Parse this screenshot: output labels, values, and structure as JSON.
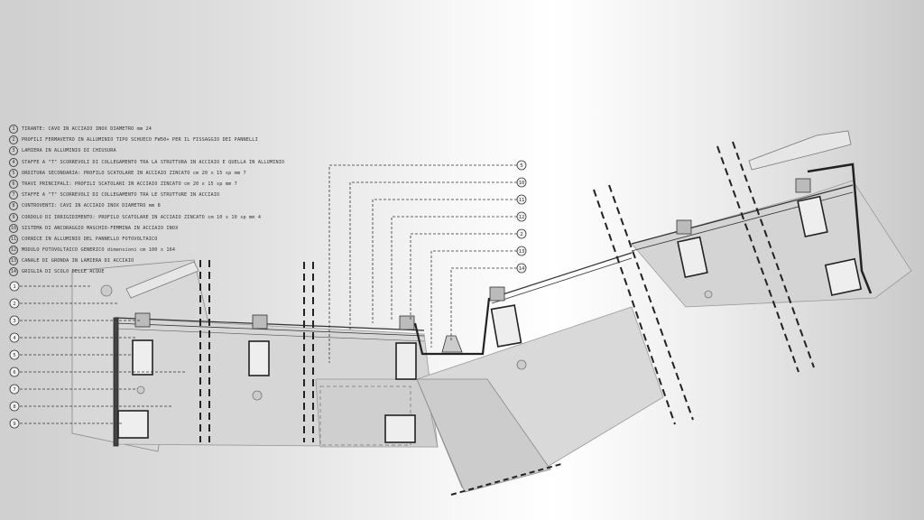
{
  "legend": [
    {
      "num": "1",
      "text": "TIRANTE: CAVO IN ACCIAIO INOX DIAMETRO mm 24"
    },
    {
      "num": "2",
      "text": "PROFILI FERMAVETRO IN ALLUMINIO TIPO SCHUECO FW50+ PER IL FISSAGGIO DEI PANNELLI"
    },
    {
      "num": "3",
      "text": "LAMIERA IN ALLUMINIO DI CHIUSURA"
    },
    {
      "num": "4",
      "text": "STAFFE A \"T\" SCORREVOLI DI COLLEGAMENTO TRA LA STRUTTURA IN ACCIAIO E QUELLA IN ALLUMINIO"
    },
    {
      "num": "5",
      "text": "ORDITURA SECONDARIA: PROFILO SCATOLARE IN ACCIAIO ZINCATO cm 20 x 15 sp mm 7"
    },
    {
      "num": "6",
      "text": "TRAVI PRINCIPALI: PROFILI SCATOLARI IN ACCIAIO ZINCATO cm 20 x 15 sp mm 7"
    },
    {
      "num": "7",
      "text": "STAFFE A \"T\" SCORREVOLI DI COLLEGAMENTO TRA LE STRUTTURE IN ACCIAIO"
    },
    {
      "num": "8",
      "text": "CONTROVENTI: CAVI IN ACCIAIO INOX DIAMETRO mm 8"
    },
    {
      "num": "9",
      "text": "CORDOLO DI IRRIGIDIMENTO: PROFILO SCATOLARE IN ACCIAIO ZINCATO cm 10 x 10 sp mm 4"
    },
    {
      "num": "10",
      "text": "SISTEMA DI ANCORAGGIO MASCHIO-FEMMINA IN ACCIAIO INOX"
    },
    {
      "num": "11",
      "text": "CORNICE IN ALLUMINIO DEL PANNELLO FOTOVOLTAICO"
    },
    {
      "num": "12",
      "text": "MODULO FOTOVOLTAICO GENERICO dimensioni cm 100 x 164"
    },
    {
      "num": "13",
      "text": "CANALE DI GRONDA IN LAMIERA DI ACCIAIO"
    },
    {
      "num": "14",
      "text": "GRIGLIA DI SCOLO DELLE ACQUE"
    }
  ],
  "left_callouts": [
    "1",
    "2",
    "3",
    "4",
    "5",
    "6",
    "7",
    "8",
    "9"
  ],
  "top_callouts": [
    "5",
    "10",
    "11",
    "12",
    "2",
    "13",
    "14"
  ],
  "colors": {
    "line": "#333333",
    "fill_light": "#d9d9d9",
    "fill_mid": "#cfcfcf"
  }
}
